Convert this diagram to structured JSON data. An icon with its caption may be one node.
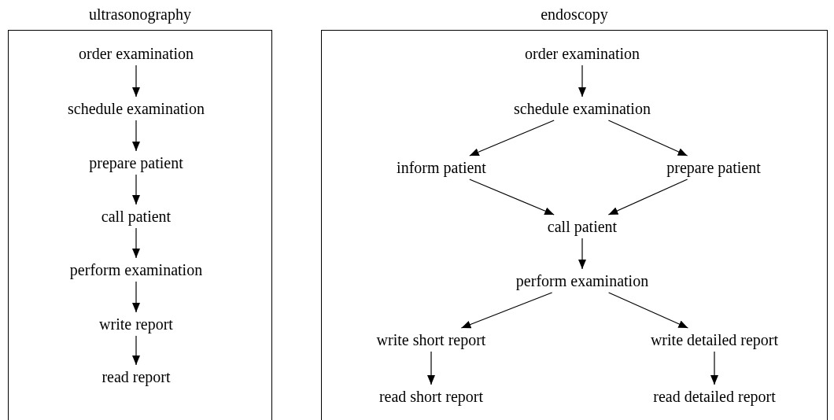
{
  "diagram": {
    "nodes": [
      {
        "text": [
          "ultrasonography"
        ]
      },
      {
        "text": [
          "order examination"
        ],
        "in": 0
      },
      {
        "text": [
          "schedule examination"
        ],
        "in": 0
      },
      {
        "text": [
          "prepare patient"
        ],
        "in": 0
      },
      {
        "text": [
          "call patient"
        ],
        "in": 0
      },
      {
        "text": [
          "perform examination"
        ],
        "in": 0
      },
      {
        "text": [
          "write report"
        ],
        "in": 0
      },
      {
        "text": [
          "read report"
        ],
        "in": 0
      },
      {
        "text": [
          "endoscopy"
        ]
      },
      {
        "text": [
          "order examination"
        ],
        "in": 8
      },
      {
        "text": [
          "schedule examination"
        ],
        "in": 8
      },
      {
        "text": [
          "inform patient"
        ],
        "in": 8
      },
      {
        "text": [
          "prepare patient"
        ],
        "in": 8
      },
      {
        "text": [
          "call patient"
        ],
        "in": 8
      },
      {
        "text": [
          "perform examination"
        ],
        "in": 8
      },
      {
        "text": [
          "write short report"
        ],
        "in": 8
      },
      {
        "text": [
          "write detailed report"
        ],
        "in": 8
      },
      {
        "text": [
          "read short report"
        ],
        "in": 8
      },
      {
        "text": [
          "read detailed report"
        ],
        "in": 8
      }
    ],
    "edges": [
      {
        "from": 1,
        "to": 2,
        "arrow": "to"
      },
      {
        "from": 2,
        "to": 3,
        "arrow": "to"
      },
      {
        "from": 3,
        "to": 4,
        "arrow": "to"
      },
      {
        "from": 4,
        "to": 5,
        "arrow": "to"
      },
      {
        "from": 5,
        "to": 6,
        "arrow": "to"
      },
      {
        "from": 6,
        "to": 7,
        "arrow": "to"
      },
      {
        "from": 9,
        "to": 10,
        "arrow": "to"
      },
      {
        "from": 10,
        "to": 11,
        "arrow": "to"
      },
      {
        "from": 10,
        "to": 12,
        "arrow": "to"
      },
      {
        "from": 11,
        "to": 13,
        "arrow": "to"
      },
      {
        "from": 12,
        "to": 13,
        "arrow": "to"
      },
      {
        "from": 13,
        "to": 14,
        "arrow": "to"
      },
      {
        "from": 14,
        "to": 15,
        "arrow": "to"
      },
      {
        "from": 14,
        "to": 16,
        "arrow": "to"
      },
      {
        "from": 15,
        "to": 17,
        "arrow": "to"
      },
      {
        "from": 16,
        "to": 18,
        "arrow": "to"
      }
    ]
  }
}
